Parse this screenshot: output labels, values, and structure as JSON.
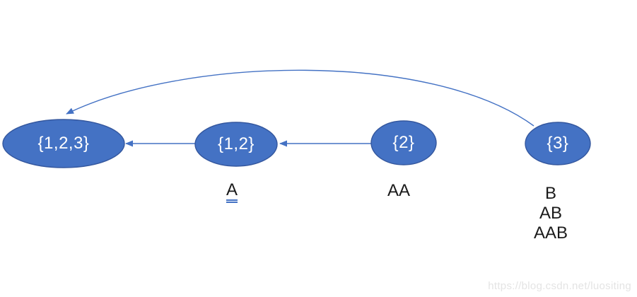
{
  "diagram": {
    "nodes": [
      {
        "id": "set-123",
        "label": "{1,2,3}"
      },
      {
        "id": "set-12",
        "label": "{1,2}"
      },
      {
        "id": "set-2",
        "label": "{2}"
      },
      {
        "id": "set-3",
        "label": "{3}"
      }
    ],
    "captions": {
      "a": "A",
      "aa": "AA",
      "b_lines": [
        "B",
        "AB",
        "AAB"
      ]
    },
    "colors": {
      "node_fill": "#4472C4",
      "node_border": "#34579E",
      "node_text": "#FFFFFF",
      "arrow": "#4472C4",
      "underline": "#4472C4",
      "caption_text": "#1A1A1A",
      "watermark": "#E4E4E4"
    },
    "watermark": "https://blog.csdn.net/luositing"
  }
}
